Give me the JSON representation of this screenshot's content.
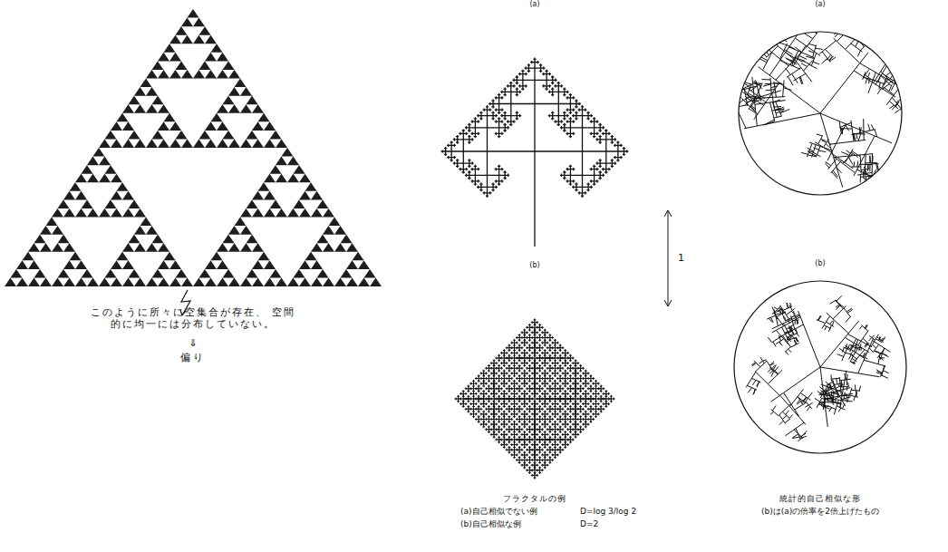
{
  "diagram": {
    "labels": [
      "このように所々に空集合が存在、 空間的に均一には分布していない。",
      "⇓",
      "偏り",
      "(a)",
      "(b)",
      "1",
      "フラクタルの例",
      "(a)自己相似でない例",
      "D=log 3/log 2",
      "(b)自己相似な例",
      "D=2",
      "(a)",
      "(b)",
      "統計的自己相似な形",
      "(b)は(a)の倍率を2倍上げたもの"
    ]
  }
}
